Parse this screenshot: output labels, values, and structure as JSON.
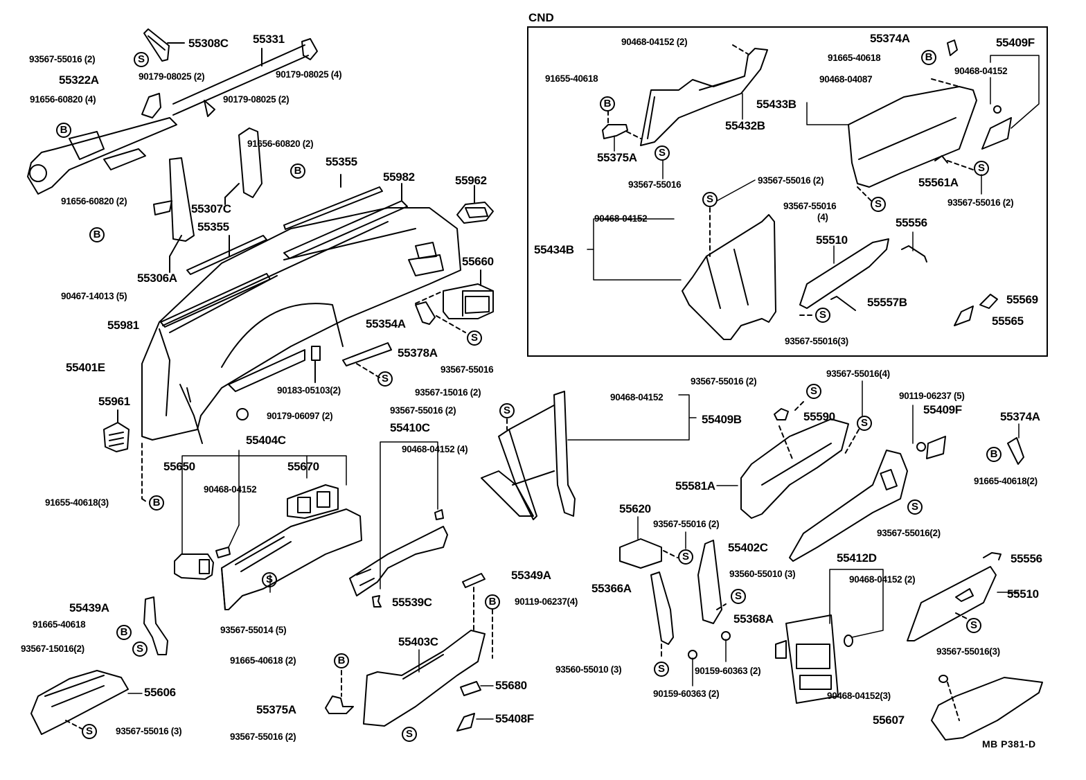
{
  "diagram": {
    "type": "exploded-parts-diagram",
    "reference_code": "MB  P381-D",
    "inset_title": "CND",
    "legend_markers": {
      "B": "B",
      "S": "S"
    }
  },
  "labels": {
    "l55308C": "55308C",
    "l55331": "55331",
    "l93567_55016_2a": "93567-55016 (2)",
    "l90179_08025_2a": "90179-08025 (2)",
    "l90179_08025_4": "90179-08025 (4)",
    "l55322A": "55322A",
    "l91656_60820_4": "91656-60820 (4)",
    "l90179_08025_2b": "90179-08025 (2)",
    "l91656_60820_2a": "91656-60820 (2)",
    "l91656_60820_2b": "91656-60820 (2)",
    "l55307C": "55307C",
    "l55355a": "55355",
    "l55355b": "55355",
    "l55982": "55982",
    "l55962": "55962",
    "l55306A": "55306A",
    "l90467_14013": "90467-14013 (5)",
    "l55981": "55981",
    "l55660": "55660",
    "l55354A": "55354A",
    "l93567_55016_a": "93567-55016",
    "l55378A": "55378A",
    "l55401E": "55401E",
    "l90183_05103": "90183-05103(2)",
    "l93567_15016_2": "93567-15016 (2)",
    "l55961": "55961",
    "l90179_06097": "90179-06097 (2)",
    "l93567_55016_2b": "93567-55016 (2)",
    "l55410C": "55410C",
    "l90468_04152_4": "90468-04152 (4)",
    "l55404C": "55404C",
    "l55650": "55650",
    "l55670": "55670",
    "l90468_04152_a": "90468-04152",
    "l91655_40618_3": "91655-40618(3)",
    "l93567_55014": "93567-55014 (5)",
    "l55539C": "55539C",
    "l55439A": "55439A",
    "l91665_40618_a": "91665-40618",
    "l93567_15016_2b": "93567-15016(2)",
    "l55349A": "55349A",
    "l90119_06237_4": "90119-06237(4)",
    "l55403C": "55403C",
    "l91665_40618_2a": "91665-40618 (2)",
    "l55606": "55606",
    "l55375A_b": "55375A",
    "l55680": "55680",
    "l93567_55016_3a": "93567-55016 (3)",
    "l93567_55016_2c": "93567-55016 (2)",
    "l55408F": "55408F",
    "l90468_04152_b": "90468-04152",
    "l55409B": "55409B",
    "l93567_55016_2d": "93567-55016 (2)",
    "l93567_55016_4a": "93567-55016(4)",
    "l55590": "55590",
    "l90119_06237_5": "90119-06237 (5)",
    "l55409F_b": "55409F",
    "l55374A_b": "55374A",
    "l55581A": "55581A",
    "l91665_40618_2b": "91665-40618(2)",
    "l55620": "55620",
    "l93567_55016_2e": "93567-55016 (2)",
    "l55402C": "55402C",
    "l93567_55016_2f": "93567-55016(2)",
    "l55412D": "55412D",
    "l90468_04152_2b": "90468-04152 (2)",
    "l55556_b": "55556",
    "l93560_55010_3a": "93560-55010 (3)",
    "l55366A": "55366A",
    "l55510_b": "55510",
    "l55368A": "55368A",
    "l93567_55016_3b": "93567-55016(3)",
    "l93560_55010_3b": "93560-55010 (3)",
    "l90159_60363_2a": "90159-60363 (2)",
    "l90159_60363_2b": "90159-60363 (2)",
    "l90468_04152_3": "90468-04152(3)",
    "l55607": "55607"
  },
  "cnd": {
    "l90468_04152_2": "90468-04152 (2)",
    "l55374A": "55374A",
    "l55409F": "55409F",
    "l91665_40618": "91665-40618",
    "l91655_40618": "91655-40618",
    "l90468_04087": "90468-04087",
    "l90468_04152": "90468-04152",
    "l55433B": "55433B",
    "l55432B": "55432B",
    "l55375A": "55375A",
    "l93567_55016": "93567-55016",
    "l55561A": "55561A",
    "l93567_55016_2a": "93567-55016 (2)",
    "l93567_55016_4": "93567-55016",
    "l93567_55016_4_qty": "(4)",
    "l93567_55016_2b": "93567-55016 (2)",
    "l90468_04152_b": "90468-04152",
    "l55434B": "55434B",
    "l55556": "55556",
    "l55510": "55510",
    "l55557B": "55557B",
    "l55569": "55569",
    "l55565": "55565",
    "l93567_55016_3": "93567-55016(3)"
  }
}
